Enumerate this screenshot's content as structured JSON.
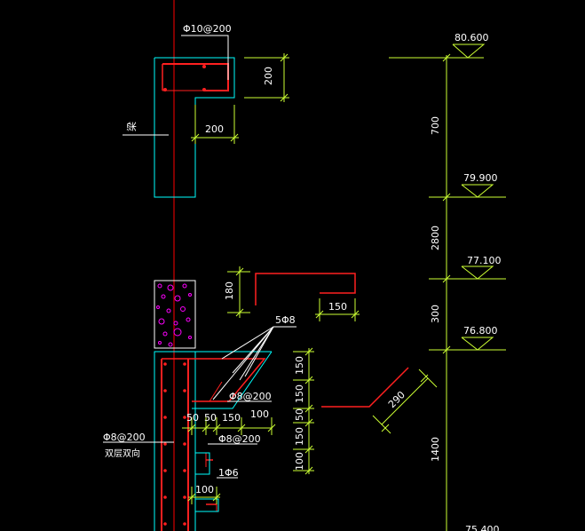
{
  "colors": {
    "background": "#000000",
    "concrete_outline": "#00ffff",
    "rebar": "#ff2020",
    "dimension": "#ccff33",
    "text": "#ffffff",
    "axis": "#ff0000",
    "hatch": "#ff00ff",
    "leader": "#ffffff"
  },
  "labels": {
    "top_rebar": "Φ10@200",
    "dim_200_vertical": "200",
    "dim_200_horizontal": "200",
    "beam_label": "梁",
    "dim_180": "180",
    "dim_150_bar": "150",
    "rebar_callout": "5Φ8",
    "stirrup_mid": "Φ8@200",
    "dim_50a": "50",
    "dim_50b": "50",
    "dim_150_h": "150",
    "dim_100_h": "100",
    "stirrup_low": "Φ8@200",
    "wall_rebar": "Φ8@200",
    "wall_note": "双层双向",
    "hook_label": "1Φ6",
    "dim_100_bottom": "100",
    "dim_150_v1": "150",
    "dim_150_v2": "150",
    "dim_50_v": "50",
    "dim_150_v3": "150",
    "dim_100_v": "100",
    "dim_290": "290"
  },
  "elevations": {
    "e1": "80.600",
    "e2": "79.900",
    "e3": "77.100",
    "e4": "76.800",
    "e5": "75.400"
  },
  "level_dims": {
    "d1": "700",
    "d2": "2800",
    "d3": "300",
    "d4": "1400"
  }
}
